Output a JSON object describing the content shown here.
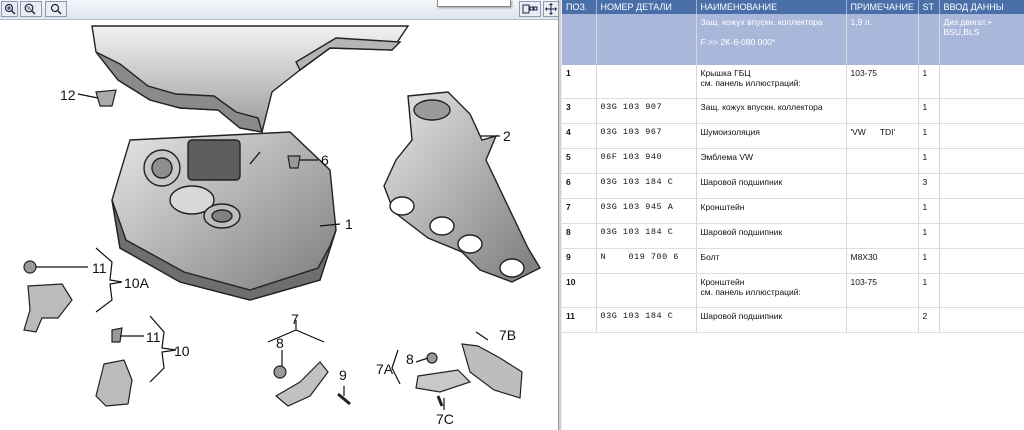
{
  "toolbar": {
    "zoom_in": "zoom-in-icon",
    "zoom_percent": "%",
    "zoom_out": "zoom-out-icon",
    "fit": "fit-icon",
    "move": "move-icon"
  },
  "callouts": [
    "12",
    "2",
    "6",
    "1",
    "11",
    "10A",
    "11",
    "10",
    "7",
    "8",
    "9",
    "7B",
    "7A",
    "8",
    "7C"
  ],
  "table": {
    "headers": [
      "ПОЗ.",
      "НОМЕР ДЕТАЛИ",
      "НАИМЕНОВАНИЕ",
      "ПРИМЕЧАНИЕ",
      "ST",
      "ВВОД ДАННЫ"
    ],
    "band": {
      "name_line1": "Защ. кожух впускн. коллектора",
      "name_line2": "F          >> 2K-6-080 000*",
      "note": "1,9 л.",
      "extra_line1": "Диз.двигат.+",
      "extra_line2": "BSU,BLS"
    },
    "rows": [
      {
        "pos": "1",
        "part": "",
        "name": "Крышка ГБЦ",
        "name2": " см. панель иллюстраций:",
        "note": "",
        "note2": "103-75",
        "st": "1"
      },
      {
        "pos": "3",
        "part": "03G 103 907",
        "name": "Защ. кожух впускн. коллектора",
        "name2": "",
        "note": "",
        "note2": "",
        "st": "1"
      },
      {
        "pos": "4",
        "part": "03G 103 967",
        "name": "Шумоизоляция",
        "name2": "",
        "note": "'VW      TDI'",
        "note2": "",
        "st": "1"
      },
      {
        "pos": "5",
        "part": "06F 103 940",
        "name": "Эмблема VW",
        "name2": "",
        "note": "",
        "note2": "",
        "st": "1"
      },
      {
        "pos": "6",
        "part": "03G 103 184 C",
        "name": "Шаровой подшипник",
        "name2": "",
        "note": "",
        "note2": "",
        "st": "3"
      },
      {
        "pos": "7",
        "part": "03G 103 945 A",
        "name": "Кронштейн",
        "name2": "",
        "note": "",
        "note2": "",
        "st": "1"
      },
      {
        "pos": "8",
        "part": "03G 103 184 C",
        "name": "Шаровой подшипник",
        "name2": "",
        "note": "",
        "note2": "",
        "st": "1"
      },
      {
        "pos": "9",
        "part": "N    019 700 6",
        "name": "Болт",
        "name2": "",
        "note": "M8X30",
        "note2": "",
        "st": "1"
      },
      {
        "pos": "10",
        "part": "",
        "name": "Кронштейн",
        "name2": " см. панель иллюстраций:",
        "note": "",
        "note2": "103-75",
        "st": "1"
      },
      {
        "pos": "11",
        "part": "03G 103 184 C",
        "name": "Шаровой подшипник",
        "name2": "",
        "note": "",
        "note2": "",
        "st": "2"
      }
    ]
  }
}
